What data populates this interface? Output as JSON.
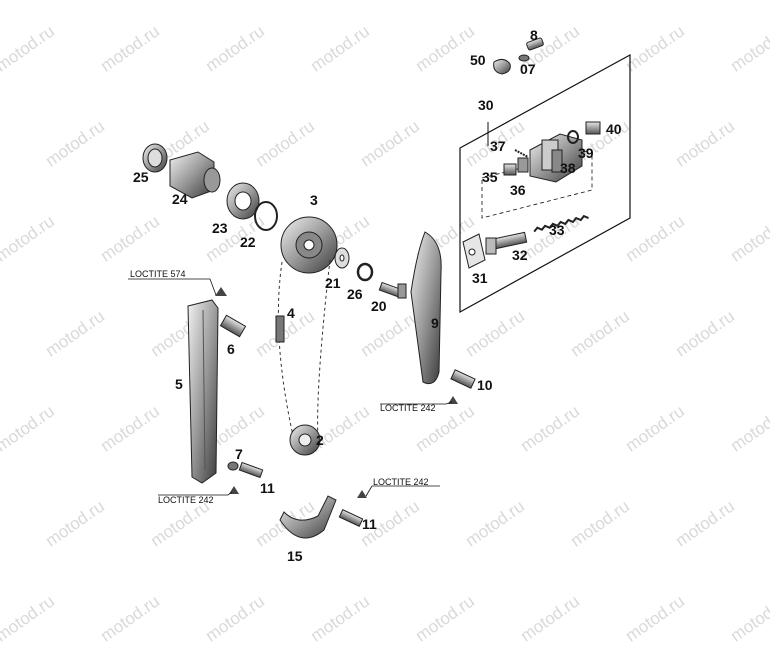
{
  "watermark": "motod.ru",
  "callouts": {
    "c2": "2",
    "c3": "3",
    "c4": "4",
    "c5": "5",
    "c6": "6",
    "c7": "7",
    "c8": "8",
    "c9": "9",
    "c10": "10",
    "c11a": "11",
    "c11b": "11",
    "c15": "15",
    "c20": "20",
    "c21": "21",
    "c22": "22",
    "c23": "23",
    "c24": "24",
    "c25": "25",
    "c26": "26",
    "c30": "30",
    "c31": "31",
    "c32": "32",
    "c33": "33",
    "c35": "35",
    "c36": "36",
    "c37": "37",
    "c38": "38",
    "c39": "39",
    "c40": "40",
    "c50": "50",
    "c07": "07"
  },
  "loctite": {
    "l574": "LOCTITE 574",
    "l242_right": "LOCTITE 242",
    "l242_left": "LOCTITE 242",
    "l242_bottom": "LOCTITE 242"
  }
}
